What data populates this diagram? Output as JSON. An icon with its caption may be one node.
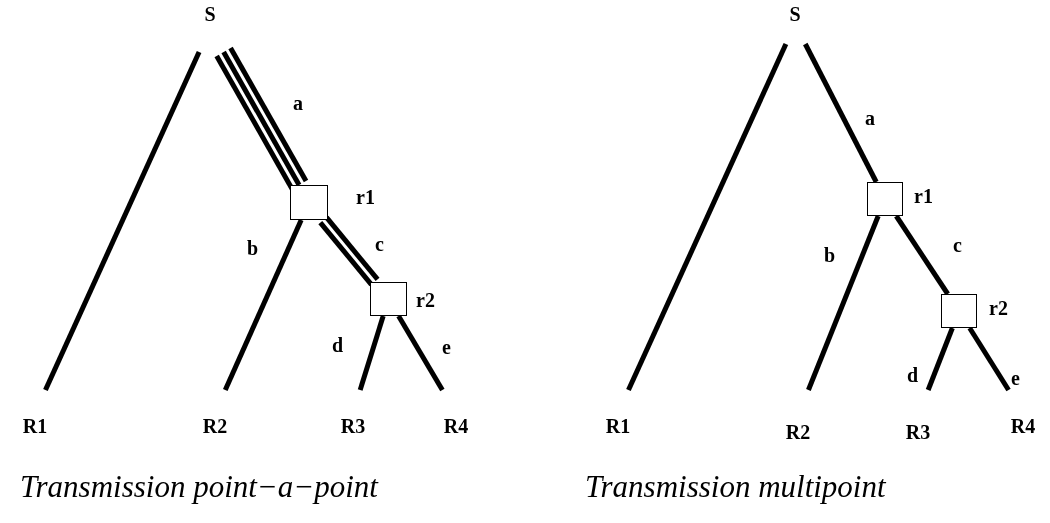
{
  "diagram": {
    "nodes": [
      {
        "text": [
          "S"
        ]
      },
      {
        "text": [],
        "shape": "box",
        "beside": [
          "r1"
        ]
      },
      {
        "text": [],
        "shape": "box",
        "beside": [
          "r2"
        ]
      },
      {
        "text": [
          "R1"
        ]
      },
      {
        "text": [
          "R2"
        ]
      },
      {
        "text": [
          "R3"
        ]
      },
      {
        "text": [
          "R4"
        ]
      },
      {
        "text": [
          "S"
        ]
      },
      {
        "text": [],
        "shape": "box",
        "beside": [
          "r1"
        ]
      },
      {
        "text": [],
        "shape": "box",
        "beside": [
          "r2"
        ]
      },
      {
        "text": [
          "R1"
        ]
      },
      {
        "text": [
          "R2"
        ]
      },
      {
        "text": [
          "R3"
        ]
      },
      {
        "text": [
          "R4"
        ]
      }
    ],
    "edges": [
      {
        "from": 0,
        "to": 3,
        "arrow": "none"
      },
      {
        "from": 0,
        "to": 1,
        "arrow": "none",
        "label": "a"
      },
      {
        "from": 0,
        "to": 1,
        "arrow": "none"
      },
      {
        "from": 0,
        "to": 1,
        "arrow": "none"
      },
      {
        "from": 1,
        "to": 4,
        "arrow": "none",
        "label": "b"
      },
      {
        "from": 1,
        "to": 2,
        "arrow": "none",
        "label": "c"
      },
      {
        "from": 1,
        "to": 2,
        "arrow": "none"
      },
      {
        "from": 2,
        "to": 5,
        "arrow": "none",
        "label": "d"
      },
      {
        "from": 2,
        "to": 6,
        "arrow": "none",
        "label": "e"
      },
      {
        "from": 7,
        "to": 10,
        "arrow": "none"
      },
      {
        "from": 7,
        "to": 8,
        "arrow": "none",
        "label": "a"
      },
      {
        "from": 8,
        "to": 11,
        "arrow": "none",
        "label": "b"
      },
      {
        "from": 8,
        "to": 9,
        "arrow": "none",
        "label": "c"
      },
      {
        "from": 9,
        "to": 12,
        "arrow": "none",
        "label": "d"
      },
      {
        "from": 9,
        "to": 13,
        "arrow": "none",
        "label": "e"
      }
    ],
    "labels": [
      "Transmission point−a−point",
      "Transmission multipoint"
    ]
  }
}
